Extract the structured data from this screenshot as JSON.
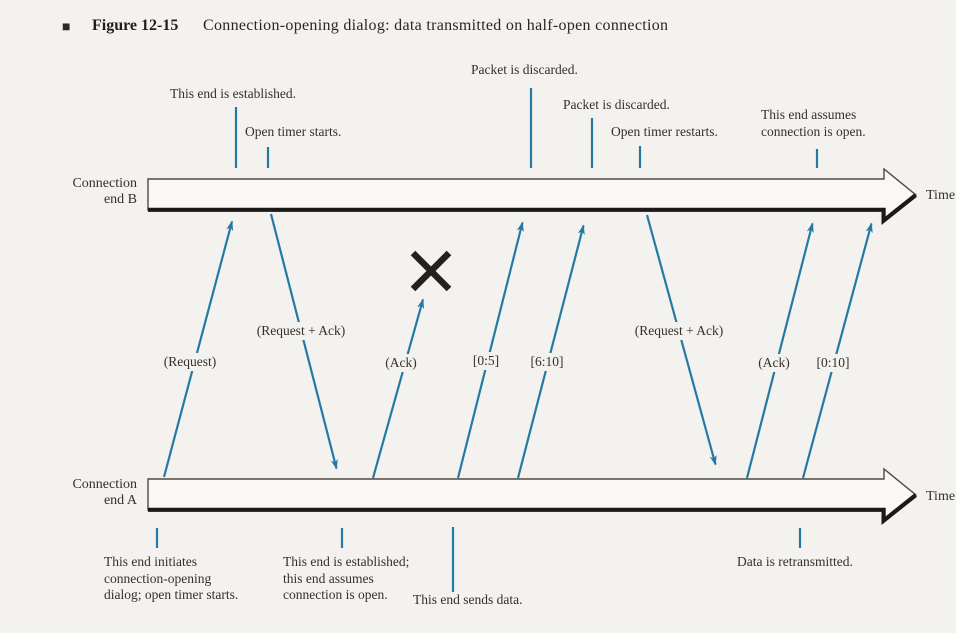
{
  "figure": {
    "bullet": "■",
    "label": "Figure 12-15",
    "caption": "Connection-opening dialog: data transmitted on half-open connection"
  },
  "colors": {
    "arrow_blue": "#2579a4",
    "ink": "#2e2a25",
    "timeline_fill": "#f9f8f5",
    "timeline_outline": "#4e4a44",
    "timeline_edge": "#1c1a18",
    "x_ink": "#24201c",
    "background": "#f3f2ee"
  },
  "timeline_b": {
    "label_line1": "Connection",
    "label_line2": "end B",
    "time": "Time"
  },
  "timeline_a": {
    "label_line1": "Connection",
    "label_line2": "end A",
    "time": "Time"
  },
  "top_annotations": {
    "established": "This end is established.",
    "open_timer_starts": "Open timer starts.",
    "packet_discarded_1": "Packet is discarded.",
    "packet_discarded_2": "Packet is discarded.",
    "open_timer_restarts": "Open timer restarts.",
    "assumes_line1": "This end assumes",
    "assumes_line2": "connection is open."
  },
  "bottom_annotations": {
    "initiates_line1": "This end initiates",
    "initiates_line2": "connection-opening",
    "initiates_line3": "dialog; open timer starts.",
    "established_line1": "This end is established;",
    "established_line2": "this end assumes",
    "established_line3": "connection is open.",
    "sends_data": "This end sends data.",
    "retransmitted": "Data is retransmitted."
  },
  "messages": {
    "request": "(Request)",
    "request_ack_1": "(Request + Ack)",
    "ack_1": "(Ack)",
    "segment_0_5": "[0:5]",
    "segment_6_10": "[6:10]",
    "request_ack_2": "(Request + Ack)",
    "ack_2": "(Ack)",
    "segment_0_10": "[0:10]"
  }
}
